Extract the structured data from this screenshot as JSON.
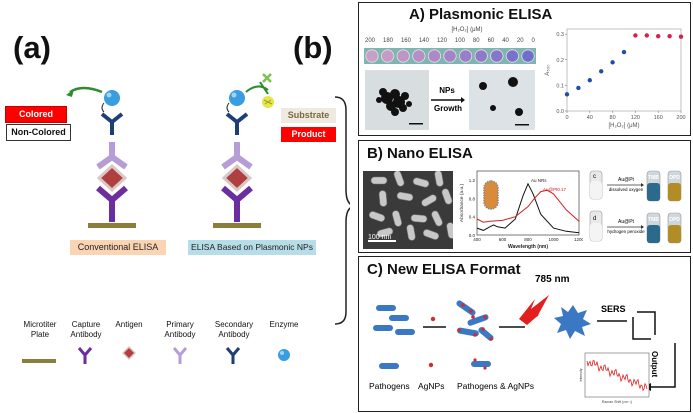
{
  "panel_labels": {
    "a": "(a)",
    "b": "(b)"
  },
  "panel_a": {
    "colored": "Colored",
    "non_colored": "Non-Colored",
    "substrate": "Substrate",
    "product": "Product",
    "conventional": "Conventional ELISA",
    "plasmonic": "ELISA Based on Plasmonic NPs",
    "legend": [
      {
        "key": "plate",
        "label": "Microtiter Plate"
      },
      {
        "key": "capture",
        "label": "Capture Antibody"
      },
      {
        "key": "antigen",
        "label": "Antigen"
      },
      {
        "key": "primary",
        "label": "Primary Antibody"
      },
      {
        "key": "secondary",
        "label": "Secondary Antibody"
      },
      {
        "key": "enzyme",
        "label": "Enzyme"
      }
    ]
  },
  "panel_b": {
    "a_title": "A) Plasmonic ELISA",
    "h2o2_label": "[H₂O₂] (μM)",
    "h2o2_values": [
      "200",
      "180",
      "160",
      "140",
      "120",
      "100",
      "80",
      "60",
      "40",
      "20",
      "0"
    ],
    "nps_label": "NPs",
    "growth_label": "Growth",
    "chart_ylabel": "A₅₃₀",
    "chart_xlabel": "[H₂O₂] (μM)",
    "chart_xticks": [
      "0",
      "40",
      "80",
      "120",
      "160",
      "200"
    ],
    "chart_yticks": [
      "0.0",
      "0.1",
      "0.2",
      "0.3"
    ],
    "b_title": "B) Nano ELISA",
    "scale_label": "100 nm",
    "spec_ylabel": "Absorbance (a.u.)",
    "spec_xlabel": "Wavelength (nm)",
    "spec_xticks": [
      "400",
      "600",
      "800",
      "1000",
      "1200"
    ],
    "spec_yticks": [
      "0.0",
      "0.4",
      "0.8",
      "1.2"
    ],
    "au_nrs": "Au NRs",
    "aupt": "Au@Pt0.17",
    "vial_c": "c",
    "vial_d": "d",
    "aupt_short": "Au@Pt",
    "dissolved_oxygen": "dissolved oxygen",
    "hydrogen_peroxide": "hydrogen peroxide",
    "tmb": "TMB",
    "opd": "OPD",
    "c_title": "C) New ELISA Format",
    "laser": "785 nm",
    "sers": "SERS",
    "output": "Output",
    "raman_xlabel": "Raman Shift (cm⁻¹)",
    "raman_ylabel": "Intensity",
    "pathogens": "Pathogens",
    "agnps": "AgNPs",
    "pathogens_agnps": "Pathogens & AgNPs"
  },
  "chart_data": [
    {
      "type": "scatter",
      "x": [
        0,
        20,
        40,
        60,
        80,
        100,
        120,
        140,
        160,
        180,
        200
      ],
      "y": [
        0.065,
        0.09,
        0.12,
        0.155,
        0.19,
        0.23,
        0.295,
        0.295,
        0.292,
        0.292,
        0.29
      ],
      "series_colors": [
        "#1f4fa8",
        "#d6204f"
      ],
      "xlabel": "[H₂O₂] (μM)",
      "ylabel": "A₅₃₀",
      "xlim": [
        0,
        200
      ],
      "ylim": [
        0,
        0.32
      ]
    },
    {
      "type": "line",
      "series": [
        {
          "name": "Au NRs",
          "color": "#111111",
          "x": [
            400,
            450,
            500,
            530,
            560,
            620,
            700,
            760,
            800,
            840,
            900,
            1000,
            1100,
            1200
          ],
          "y": [
            0.15,
            0.1,
            0.18,
            0.22,
            0.18,
            0.15,
            0.35,
            0.85,
            1.12,
            0.9,
            0.45,
            0.15,
            0.08,
            0.05
          ]
        },
        {
          "name": "Au@Pt0.17",
          "color": "#d42020",
          "x": [
            400,
            450,
            500,
            600,
            700,
            800,
            850,
            900,
            950,
            1000,
            1100,
            1200
          ],
          "y": [
            0.35,
            0.28,
            0.3,
            0.32,
            0.4,
            0.62,
            0.8,
            0.95,
            0.98,
            0.9,
            0.55,
            0.3
          ]
        }
      ],
      "xlabel": "Wavelength (nm)",
      "ylabel": "Absorbance (a.u.)",
      "xlim": [
        400,
        1200
      ],
      "ylim": [
        0,
        1.4
      ]
    }
  ]
}
